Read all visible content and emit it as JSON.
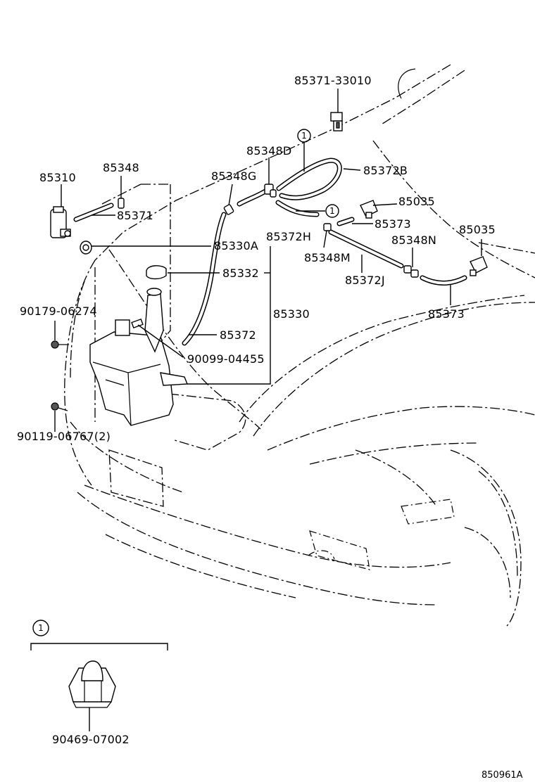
{
  "diagram": {
    "parts": {
      "p1": "85371-33010",
      "p2": "85348D",
      "p3": "85372B",
      "p4": "85310",
      "p5": "85348",
      "p6": "85348G",
      "p7": "85035",
      "p8": "85371",
      "p9": "85373",
      "p10": "85035",
      "p11": "85330A",
      "p12": "85372H",
      "p13": "85348N",
      "p14": "85348M",
      "p15": "85332",
      "p16": "85372J",
      "p17": "90179-06274",
      "p18": "85330",
      "p19": "85373",
      "p20": "85372",
      "p21": "90099-04455",
      "p22": "90119-06767(2)",
      "p23": "90469-07002"
    },
    "callout_number": "1",
    "figure_code": "850961A"
  }
}
